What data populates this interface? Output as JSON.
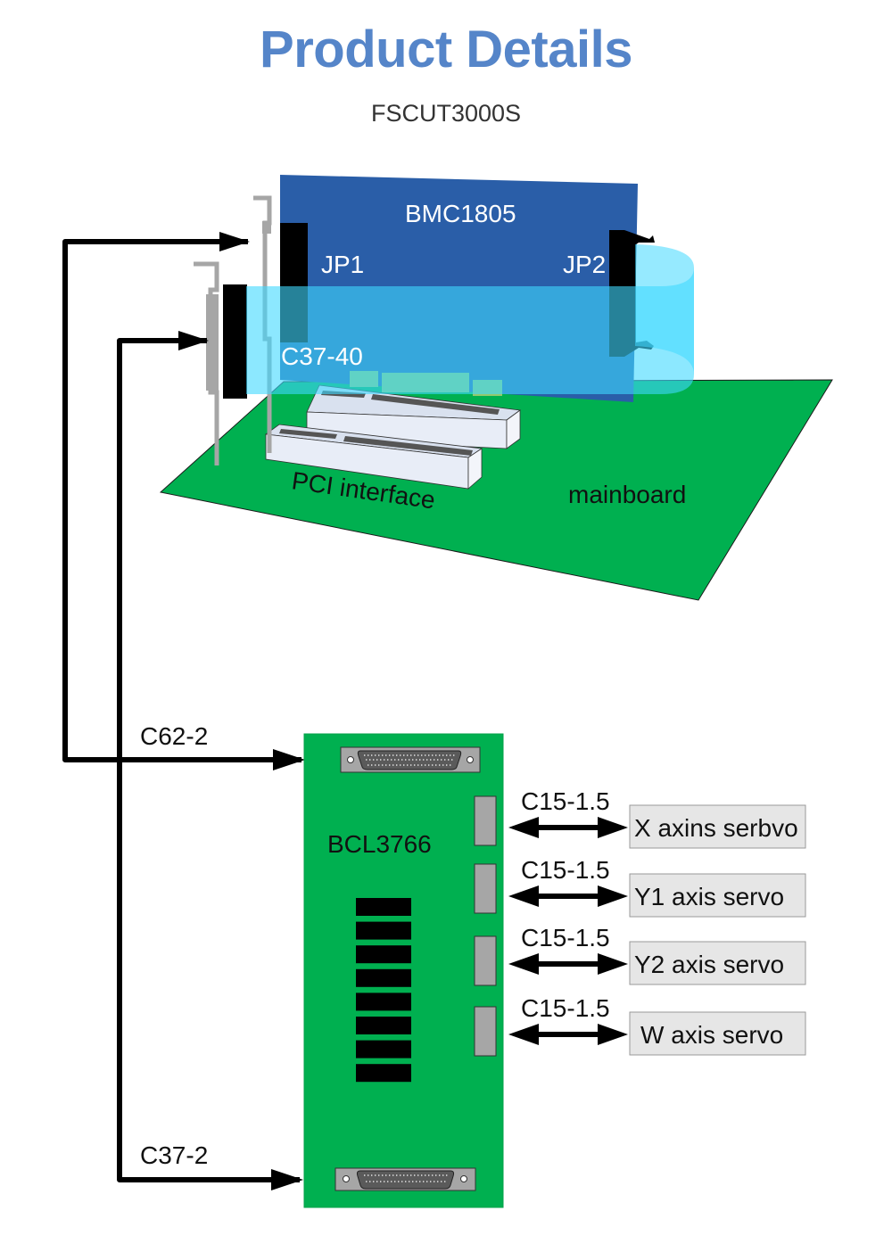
{
  "header": {
    "title": "Product Details",
    "subtitle": "FSCUT3000S"
  },
  "card": {
    "name": "BMC1805",
    "connector_left": "JP1",
    "connector_right": "JP2",
    "cable_label": "C37-40"
  },
  "mainboard": {
    "slot_label": "PCI interface",
    "board_label": "mainboard"
  },
  "terminal_board": {
    "name": "BCL3766",
    "top_cable": "C62-2",
    "bottom_cable": "C37-2",
    "relay_count": 8
  },
  "servos": [
    {
      "cable": "C15-1.5",
      "label": "X axins serbvo"
    },
    {
      "cable": "C15-1.5",
      "label": "Y1 axis servo"
    },
    {
      "cable": "C15-1.5",
      "label": "Y2 axis servo"
    },
    {
      "cable": "C15-1.5",
      "label": "W axis servo"
    }
  ],
  "colors": {
    "title": "#5585c9",
    "card_blue": "#2a5ea8",
    "cable_cyan": "#40d8ff",
    "board_green": "#00b050",
    "servo_box": "#e6e6e6",
    "connector_gray": "#a6a6a6"
  }
}
